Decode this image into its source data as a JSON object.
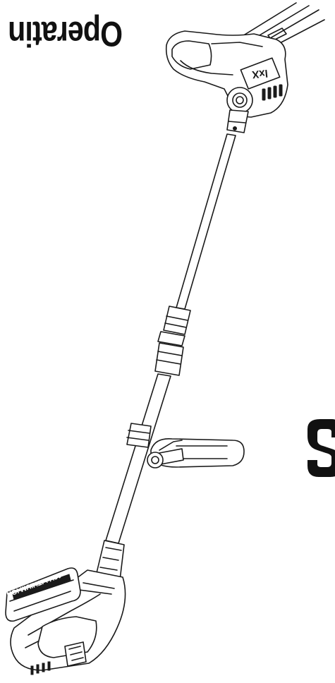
{
  "page": {
    "title_text": "Operatin",
    "right_edge_glyph": "S"
  },
  "product": {
    "brand_mark": "lxX",
    "battery_label": "18V LITHIUM ION"
  },
  "colors": {
    "ink": "#1a1a1a",
    "paper": "#ffffff"
  },
  "icons": {
    "tool": "pole-trimmer-illustration"
  }
}
